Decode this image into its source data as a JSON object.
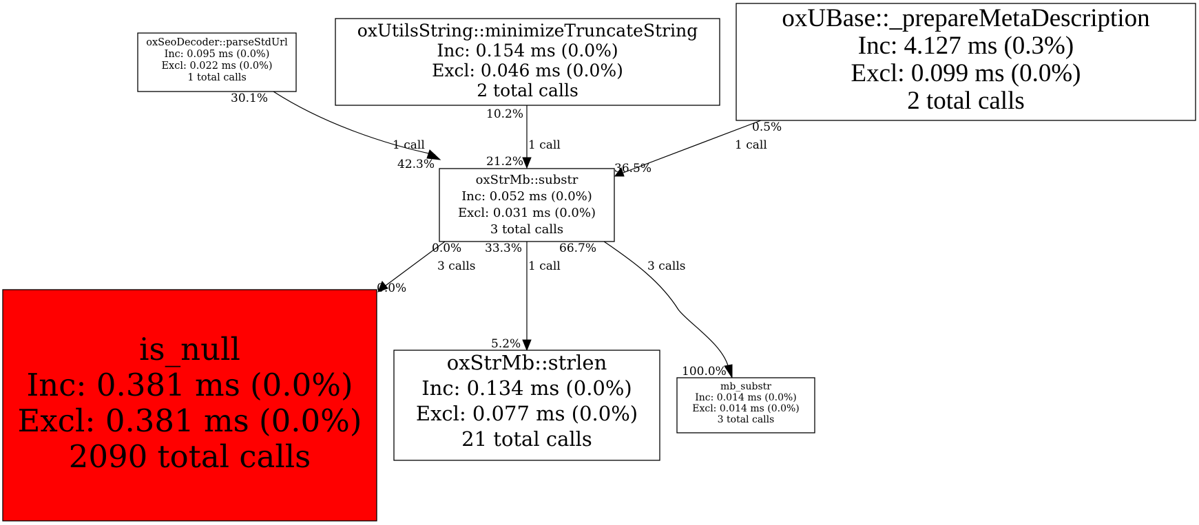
{
  "graph": {
    "nodes": [
      {
        "id": "parseStdUrl",
        "lines": [
          "oxSeoDecoder::parseStdUrl",
          "Inc: 0.095 ms (0.0%)",
          "Excl: 0.022 ms (0.0%)",
          "1 total calls"
        ],
        "fill": "#ffffff"
      },
      {
        "id": "minimizeTruncateString",
        "lines": [
          "oxUtilsString::minimizeTruncateString",
          "Inc: 0.154 ms (0.0%)",
          "Excl: 0.046 ms (0.0%)",
          "2 total calls"
        ],
        "fill": "#ffffff"
      },
      {
        "id": "prepareMetaDescription",
        "lines": [
          "oxUBase::_prepareMetaDescription",
          "Inc: 4.127 ms (0.3%)",
          "Excl: 0.099 ms (0.0%)",
          "2 total calls"
        ],
        "fill": "#ffffff"
      },
      {
        "id": "substr",
        "lines": [
          "oxStrMb::substr",
          "Inc: 0.052 ms (0.0%)",
          "Excl: 0.031 ms (0.0%)",
          "3 total calls"
        ],
        "fill": "#ffffff"
      },
      {
        "id": "is_null",
        "lines": [
          "is_null",
          "Inc: 0.381 ms (0.0%)",
          "Excl: 0.381 ms (0.0%)",
          "2090 total calls"
        ],
        "fill": "#ff0000"
      },
      {
        "id": "strlen",
        "lines": [
          "oxStrMb::strlen",
          "Inc: 0.134 ms (0.0%)",
          "Excl: 0.077 ms (0.0%)",
          "21 total calls"
        ],
        "fill": "#ffffff"
      },
      {
        "id": "mb_substr",
        "lines": [
          "mb_substr",
          "Inc: 0.014 ms (0.0%)",
          "Excl: 0.014 ms (0.0%)",
          "3 total calls"
        ],
        "fill": "#ffffff"
      }
    ],
    "edges": [
      {
        "from": "parseStdUrl",
        "to": "substr",
        "label": "1 call",
        "tail_label": "30.1%",
        "head_label": "42.3%"
      },
      {
        "from": "minimizeTruncateString",
        "to": "substr",
        "label": "1 call",
        "tail_label": "10.2%",
        "head_label": "21.2%"
      },
      {
        "from": "prepareMetaDescription",
        "to": "substr",
        "label": "1 call",
        "tail_label": "0.5%",
        "head_label": "36.5%"
      },
      {
        "from": "substr",
        "to": "is_null",
        "label": "3 calls",
        "tail_label": "0.0%",
        "head_label": "0.0%"
      },
      {
        "from": "substr",
        "to": "strlen",
        "label": "1 call",
        "tail_label": "33.3%",
        "head_label": "5.2%"
      },
      {
        "from": "substr",
        "to": "mb_substr",
        "label": "3 calls",
        "tail_label": "66.7%",
        "head_label": "100.0%"
      }
    ]
  }
}
